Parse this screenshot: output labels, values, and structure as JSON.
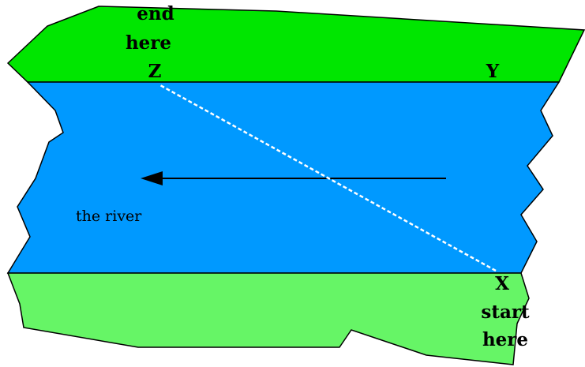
{
  "labels": {
    "end_line1": "end",
    "end_line2": "here",
    "point_z": "Z",
    "point_y": "Y",
    "river": "the river",
    "point_x": "X",
    "start_line1": "start",
    "start_line2": "here"
  },
  "colors": {
    "far_bank": "#00e600",
    "river": "#0099ff",
    "near_bank": "#66f566",
    "outline": "#000000",
    "path_line": "#ffffff",
    "current_arrow": "#000000"
  }
}
